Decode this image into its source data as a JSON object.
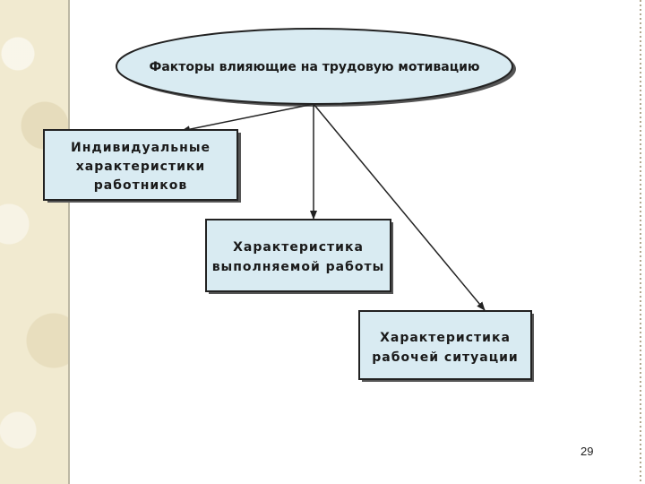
{
  "root": {
    "label": "Факторы влияющие на трудовую мотивацию"
  },
  "nodes": [
    {
      "lines": [
        "Индивидуальные",
        "характеристики",
        "работников"
      ]
    },
    {
      "lines": [
        "Характеристика",
        "выполняемой работы"
      ]
    },
    {
      "lines": [
        "Характеристика",
        "рабочей ситуации"
      ]
    }
  ],
  "page_number": "29",
  "colors": {
    "box_fill": "#d9ebf2",
    "ellipse_fill": "#d9ebf2",
    "stroke": "#222222",
    "side_panel": "#f1ead0"
  }
}
